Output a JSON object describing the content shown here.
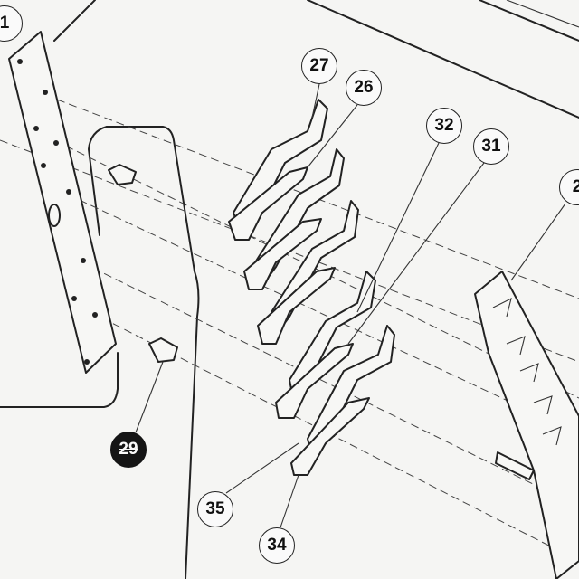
{
  "diagram": {
    "type": "exploded assembly drawing",
    "callouts": [
      {
        "id": "c1",
        "label": "1"
      },
      {
        "id": "c27",
        "label": "27"
      },
      {
        "id": "c26",
        "label": "26"
      },
      {
        "id": "c32",
        "label": "32"
      },
      {
        "id": "c31",
        "label": "31"
      },
      {
        "id": "c2",
        "label": "2"
      },
      {
        "id": "c29",
        "label": "29"
      },
      {
        "id": "c35",
        "label": "35"
      },
      {
        "id": "c34",
        "label": "34"
      }
    ]
  }
}
